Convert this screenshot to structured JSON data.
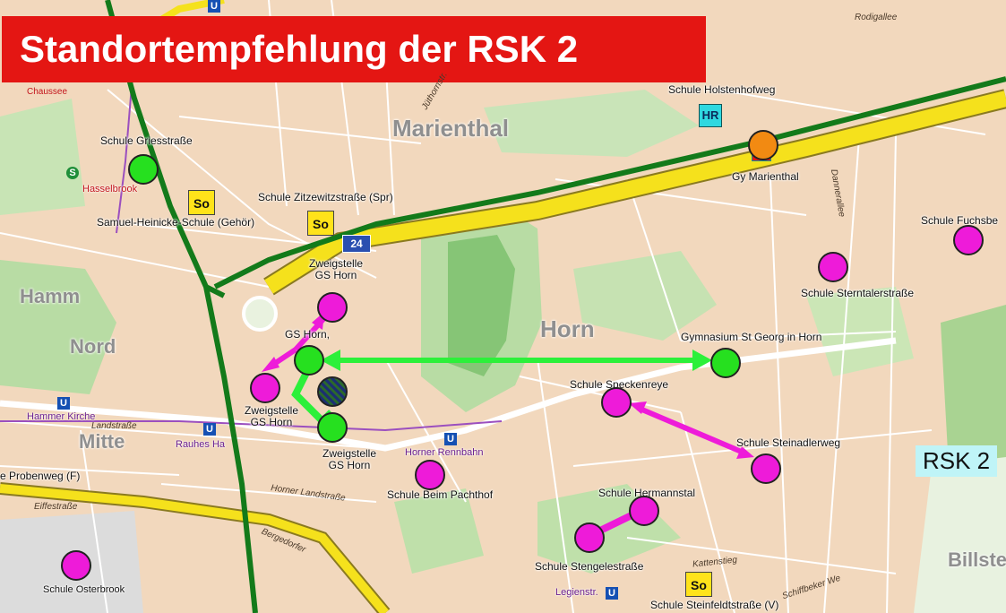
{
  "title": "Standortempfehlung der RSK 2",
  "districts": {
    "marienthal": "Marienthal",
    "horn": "Horn",
    "hamm": "Hamm",
    "nord": "Nord",
    "mitte": "Mitte",
    "billstedt": "Billste"
  },
  "rsk_label": "RSK 2",
  "route_number": "24",
  "schools": {
    "griesstrasse": "Schule Griesstraße",
    "samuel_heinicke": "Samuel-Heinicke-Schule (Gehör)",
    "zitzewitzstrasse": "Schule Zitzewitzstraße (Spr)",
    "zweigstelle_top": "Zweigstelle GS Horn",
    "gs_horn": "GS Horn,",
    "zweigstelle_left": "Zweigstelle GS Horn",
    "zweigstelle_bottom": "Zweigstelle GS Horn",
    "probenweg": "e Probenweg (F)",
    "osterbrook": "Schule Osterbrook",
    "beim_pachthof": "Schule Beim Pachthof",
    "holstenhofweg": "Schule Holstenhofweg",
    "gy_marienthal": "Gy Marienthal",
    "fuchsberg": "Schule Fuchsbe",
    "sterntalerstrasse": "Schule Sterntalerstraße",
    "gymnasium_st_georg": "Gymnasium St Georg in Horn",
    "speckenreye": "Schule Speckenreye",
    "steinadlerweg": "Schule Steinadlerweg",
    "hermannstal": "Schule Hermannstal",
    "stengelestrasse": "Schule Stengelestraße",
    "steinfeldtstrasse": "Schule Steinfeldtstraße (V)"
  },
  "stations": {
    "hasselbrook": "Hasselbrook",
    "hammer_kirche": "Hammer Kirche",
    "rauhes_haus": "Rauhes Ha",
    "horner_rennbahn": "Horner Rennbahn",
    "legienstr": "Legienstr."
  },
  "streets": {
    "chaussee": "Chaussee",
    "landstrasse": "Landstraße",
    "horner_landstrasse": "Horner Landstraße",
    "bergedorfer": "Bergedorfer",
    "eiffestrasse": "Eiffestraße",
    "rodigallee": "Rodigallee",
    "juethornstr": "Jüthornstr.",
    "dannerallee": "Dannerallee",
    "kattenstieg": "Kattenstieg",
    "schiffbeker": "Schiffbeker We"
  },
  "icons": {
    "special_school": "So",
    "hr_school": "HR",
    "u_bahn": "U",
    "sbahn": "S"
  },
  "colors": {
    "title_bg": "#e41613",
    "green_boundary": "#137a1a",
    "green_marker": "#26e01f",
    "magenta_marker": "#ee1bd9",
    "orange_marker": "#f28a12",
    "yellow_road": "#f5e11c",
    "arrow_green": "#2cf03a",
    "arrow_magenta": "#ee1bd9"
  },
  "markers": {
    "green": [
      "Schule Griesstraße",
      "GS Horn top",
      "GS Horn bottom",
      "Gymnasium St Georg in Horn"
    ],
    "magenta": [
      "Zweigstelle GS Horn top",
      "Zweigstelle GS Horn left",
      "Schule Beim Pachthof",
      "Schule Osterbrook",
      "Schule Speckenreye",
      "Schule Steinadlerweg",
      "Schule Hermannstal",
      "Schule Stengelestraße",
      "Schule Sterntalerstraße",
      "Schule Fuchsberg"
    ],
    "orange": [
      "Gy Marienthal"
    ],
    "striped": [
      "GS Horn"
    ]
  }
}
